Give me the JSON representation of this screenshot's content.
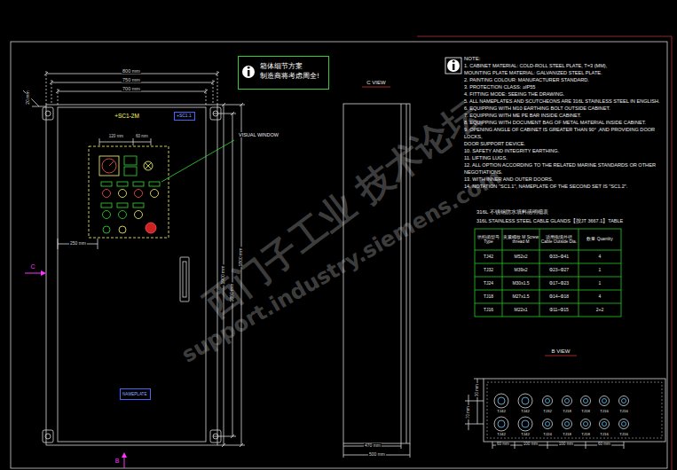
{
  "diagram": {
    "nodes": [
      {
        "text": [
          "箱体细节方案",
          "制造商将考虑周全!"
        ]
      },
      {
        "text": [
          "+SC1.1"
        ]
      },
      {
        "text": [
          "NAMEPLATE"
        ]
      }
    ],
    "labels": [
      "800 mm",
      "750 mm",
      "700 mm",
      "20 mm",
      "+SC1-2M",
      "VISUAL WINDOW",
      "250 mm",
      "C",
      "B",
      "1900 mm",
      "1850 mm",
      "1800 mm",
      "C VIEW",
      "470 mm",
      "500 mm",
      "NOTE:",
      "1. CABINET MATERIAL: COLD-ROLL STEEL PLATE, T=3 (MM),",
      "MOUNTING PLATE MATERIAL: GALVANIZED STEEL PLATE.",
      "2. PAINTING COLOUR: MANUFACTURER STANDARD.",
      "3. PROTECTION CLASS: ≥IP55",
      "4. FITTING MODE: SEEING THE DRAWING.",
      "5. ALL NAMEPLATES AND SCUTCHEONS ARE 316L STAINLESS STEEL IN ENGLISH.",
      "6. EQUIPPING WITH M10 EARTHING BOLT OUTSIDE CABINET.",
      "7. EQUIPPING WITH ME PE BAR INSIDE CABINET.",
      "8. EQUIPPING WITH DOCUMENT BAG OF METAL MATERIAL INSIDE CABINET.",
      "9. OPENING ANGLE OF CABINET IS GREATER THAN 90° ,AND PROVIDING DOOR LOCKS,",
      "DOOR SUPPORT DEVICE.",
      "10. SAFETY AND INTEGRITY EARTHING.",
      "11. LIFTING LUGS.",
      "12. ALL OPTION ACCORDING TO THE RELATED MARINE STANDARDS OR OTHER NEGOTIATIONS.",
      "13. WITH INNER AND OUTER DOORS.",
      "14. NOTATION \"SC1.1\", NAMEPLATE OF THE SECOND SET IS \"SC1.2\".",
      "316L 不锈钢防水填料函明细表",
      "316L STAINLESS STEEL CABLE GLANDS【按JT 3667.1】TABLE",
      "填料函型号 Type",
      "夹紧螺纹 M Screw thread M",
      "适用电缆外径 Cable Outside Dia.",
      "数量 Quantity",
      "TJ42",
      "M52x2",
      "Φ33~Φ41",
      "4",
      "TJ32",
      "M39x2",
      "Φ23~Φ27",
      "1",
      "TJ24",
      "M30x1.5",
      "Φ17~Φ23",
      "1",
      "TJ18",
      "M27x1.5",
      "Φ14~Φ18",
      "4",
      "TJ16",
      "M22x1",
      "Φ11~Φ15",
      "2+2",
      "B VIEW",
      "TJ42",
      "TJ42",
      "TJ32",
      "TJ18",
      "TJ18",
      "TJ16",
      "TJ16",
      "TJ42",
      "TJ42",
      "TJ24",
      "TJ18",
      "TJ18",
      "TJ16",
      "TJ16",
      "60 mm",
      "100 mm",
      "100 mm",
      "60 mm",
      "70 mm",
      "30 mm",
      "120 mm",
      "60 mm",
      "西门子工业 技术论坛",
      "support.industry.siemens.com"
    ]
  }
}
